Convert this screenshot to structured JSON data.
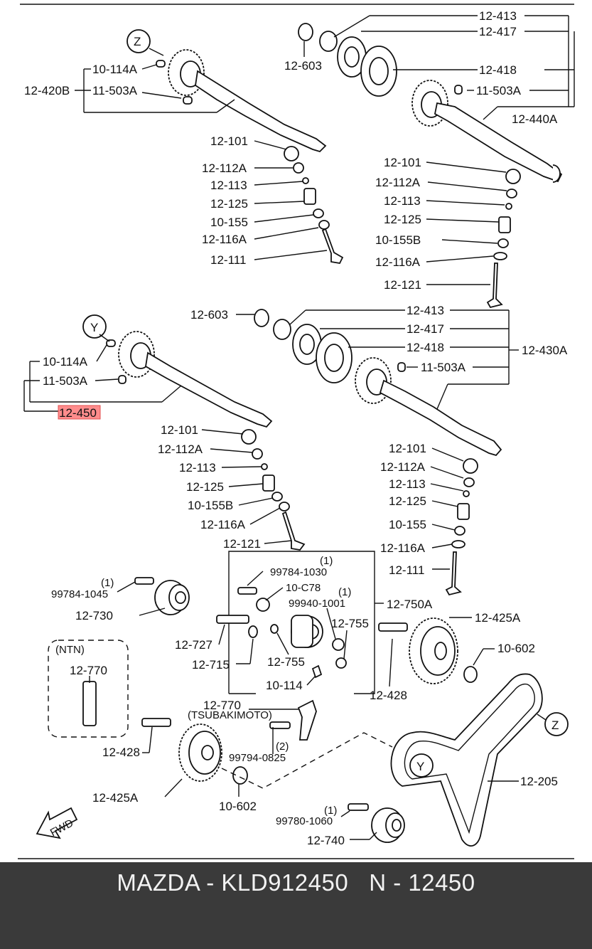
{
  "labels": {
    "l12_413a": "12-413",
    "l12_417a": "12-417",
    "l12_603a": "12-603",
    "l12_418a": "12-418",
    "l11_503a_r1": "11-503A",
    "l12_440a": "12-440A",
    "z_left": "Z",
    "l10_114a_a": "10-114A",
    "l12_420b": "12-420B",
    "l11_503a_l1": "11-503A",
    "l12_101a": "12-101",
    "l12_112a_a": "12-112A",
    "l12_113a": "12-113",
    "l12_125a": "12-125",
    "l10_155a": "10-155",
    "l12_116a_a": "12-116A",
    "l12_111a": "12-111",
    "l12_101b": "12-101",
    "l12_112a_b": "12-112A",
    "l12_113b": "12-113",
    "l12_125b": "12-125",
    "l10_155b_a": "10-155B",
    "l12_116a_b": "12-116A",
    "l12_121a": "12-121",
    "l12_603b": "12-603",
    "l12_413b": "12-413",
    "l12_417b": "12-417",
    "l12_418b": "12-418",
    "l12_430a": "12-430A",
    "l11_503a_r2": "11-503A",
    "y_left": "Y",
    "l10_114a_b": "10-114A",
    "l11_503a_l2": "11-503A",
    "l12_450": "12-450",
    "l12_101c": "12-101",
    "l12_112a_c": "12-112A",
    "l12_113c": "12-113",
    "l12_125c": "12-125",
    "l10_155b_b": "10-155B",
    "l12_116a_c": "12-116A",
    "l12_121b": "12-121",
    "l12_101d": "12-101",
    "l12_112a_d": "12-112A",
    "l12_113d": "12-113",
    "l12_125d": "12-125",
    "l10_155d": "10-155",
    "l12_116a_d": "12-116A",
    "l12_111d": "12-111",
    "q1_a": "(1)",
    "l99784_1045": "99784-1045",
    "l12_730": "12-730",
    "q1_b": "(1)",
    "l99784_1030": "99784-1030",
    "l10_c78": "10-C78",
    "q1_c": "(1)",
    "l99940_1001": "99940-1001",
    "l12_755a": "12-755",
    "l12_755b": "12-755",
    "l10_114": "10-114",
    "l12_750a": "12-750A",
    "l12_727": "12-727",
    "l12_715": "12-715",
    "l12_425a_a": "12-425A",
    "l10_602_a": "10-602",
    "l12_428_a": "12-428",
    "ntn": "(NTN)",
    "l12_770_a": "12-770",
    "l12_770_b": "12-770",
    "tsubakimoto": "(TSUBAKIMOTO)",
    "q2": "(2)",
    "l99794_0825": "99794-0825",
    "z_right": "Z",
    "y_right": "Y",
    "l12_428_b": "12-428",
    "l12_425a_b": "12-425A",
    "l10_602_b": "10-602",
    "l12_205": "12-205",
    "q1_d": "(1)",
    "l99780_1060": "99780-1060",
    "l12_740": "12-740",
    "fwd": "FWD"
  },
  "highlight_color": "#ff8c8c",
  "footer": {
    "background": "#3a3a3a",
    "title": "MAZDA - KLD912450   N - 12450"
  }
}
